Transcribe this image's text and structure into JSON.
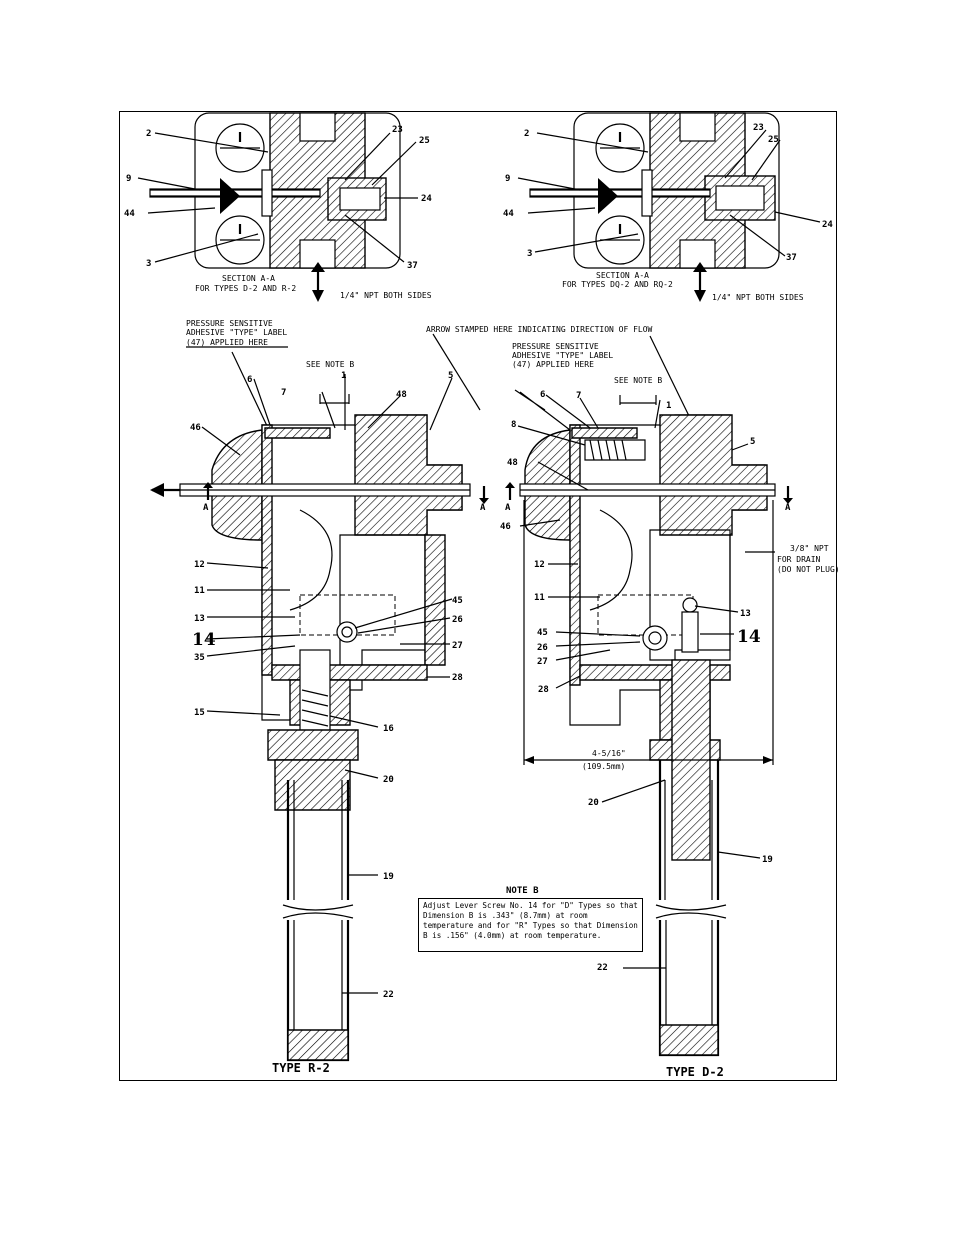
{
  "top_left": {
    "caption_line1": "SECTION A-A",
    "caption_line2": "FOR TYPES D-2 AND R-2",
    "npt": "1/4\" NPT BOTH SIDES",
    "labels": {
      "l2": "2",
      "l9": "9",
      "l44": "44",
      "l3": "3",
      "l23": "23",
      "l25": "25",
      "l24": "24",
      "l37": "37"
    }
  },
  "top_right": {
    "caption_line1": "SECTION A-A",
    "caption_line2": "FOR TYPES DQ-2 AND RQ-2",
    "npt": "1/4\" NPT BOTH SIDES",
    "labels": {
      "l2": "2",
      "l9": "9",
      "l44": "44",
      "l3": "3",
      "l23": "23",
      "l25": "25",
      "l24": "24",
      "l37": "37"
    }
  },
  "left_view": {
    "label_note_line1": "PRESSURE SENSITIVE",
    "label_note_line2": "ADHESIVE \"TYPE\" LABEL",
    "label_note_line3": "(47) APPLIED HERE",
    "see_note": "SEE NOTE B",
    "section_mark": "A",
    "title": "TYPE  R-2",
    "parts": {
      "p6": "6",
      "p7": "7",
      "p1": "1",
      "p48": "48",
      "p5": "5",
      "p46": "46",
      "p12": "12",
      "p11": "11",
      "p13": "13",
      "p14": "14",
      "p35": "35",
      "p45": "45",
      "p26": "26",
      "p27": "27",
      "p28": "28",
      "p15": "15",
      "p16": "16",
      "p20": "20",
      "p19": "19",
      "p22": "22"
    }
  },
  "right_view": {
    "arrow_note": "ARROW STAMPED HERE INDICATING DIRECTION OF FLOW",
    "label_note_line1": "PRESSURE SENSITIVE",
    "label_note_line2": "ADHESIVE \"TYPE\" LABEL",
    "label_note_line3": "(47) APPLIED HERE",
    "see_note": "SEE NOTE B",
    "section_mark": "A",
    "drain_line1": "3/8\" NPT",
    "drain_line2": "FOR DRAIN",
    "drain_line3": "(DO NOT PLUG)",
    "dim_line1": "4-5/16\"",
    "dim_line2": "(109.5mm)",
    "title": "TYPE  D-2",
    "parts": {
      "p6": "6",
      "p7": "7",
      "p1": "1",
      "p8": "8",
      "p48": "48",
      "p5": "5",
      "p46": "46",
      "p12": "12",
      "p11": "11",
      "p13": "13",
      "p14": "14",
      "p45": "45",
      "p26": "26",
      "p27": "27",
      "p28": "28",
      "p20": "20",
      "p19": "19",
      "p22": "22"
    }
  },
  "note": {
    "title": "NOTE B",
    "text": "Adjust Lever Screw No. 14 for \"D\" Types so that Dimension B is .343\" (8.7mm) at room temperature and for \"R\" Types so that Dimension B is .156\" (4.0mm) at room temperature."
  }
}
